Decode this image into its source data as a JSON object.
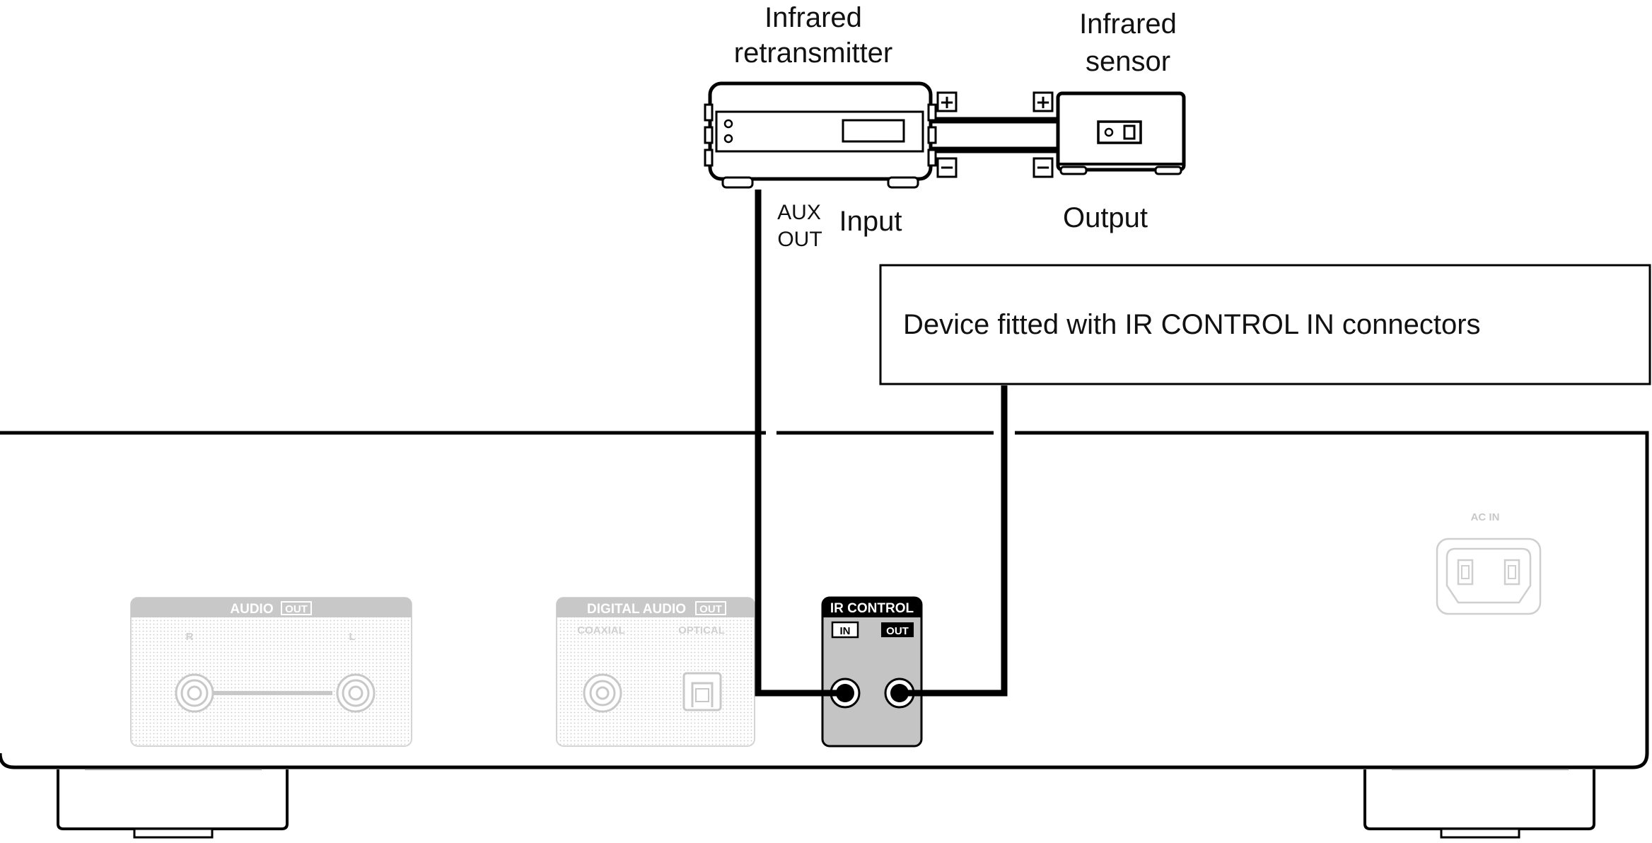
{
  "labels": {
    "retransmitter_line1": "Infrared",
    "retransmitter_line2": "retransmitter",
    "sensor_line1": "Infrared",
    "sensor_line2": "sensor",
    "aux_line1": "AUX",
    "aux_line2": "OUT",
    "input": "Input",
    "output": "Output",
    "device_box": "Device fitted with IR CONTROL IN connectors"
  },
  "terminals": {
    "plus": "+",
    "minus": "−"
  },
  "rear_panel": {
    "audio_out": {
      "title": "AUDIO",
      "tag": "OUT",
      "r": "R",
      "l": "L"
    },
    "digital_audio_out": {
      "title": "DIGITAL AUDIO",
      "tag": "OUT",
      "coaxial": "COAXIAL",
      "optical": "OPTICAL"
    },
    "ir_control": {
      "title": "IR CONTROL",
      "in": "IN",
      "out": "OUT"
    },
    "ac_in": "AC IN"
  },
  "colors": {
    "line": "#000000",
    "faded": "#c8c8c8",
    "ir_panel_fill": "#c4c4c4"
  }
}
